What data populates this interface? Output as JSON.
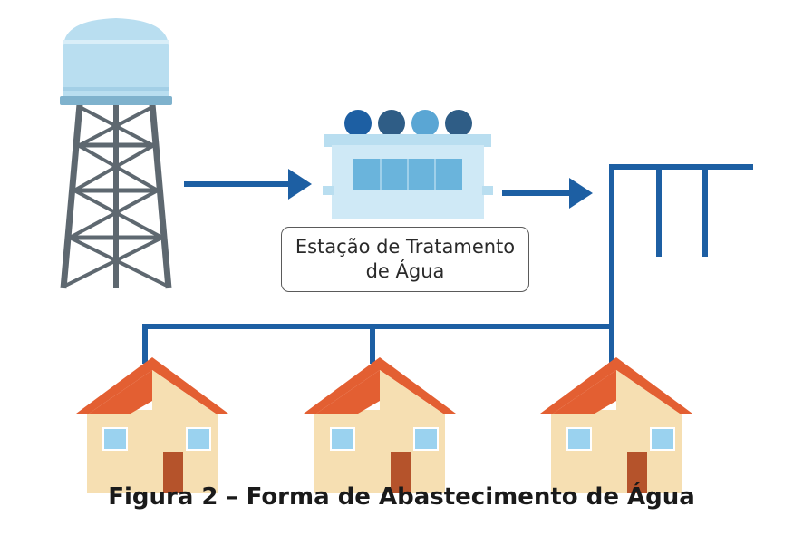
{
  "station_label": {
    "line1": "Estação de Tratamento",
    "line2": "de Água"
  },
  "caption": "Figura 2 – Forma de Abastecimento de Água",
  "colors": {
    "pipe": "#1d5fa3",
    "tower_tank": "#b9def0",
    "tower_frame": "#5e6870",
    "station_body": "#cfe9f6",
    "station_window": "#6ab4dc",
    "roof": "#e35f32",
    "wall": "#f6dfb2",
    "door": "#b5532b",
    "house_window": "#9ad2ef"
  },
  "icons": [
    "water-tower-icon",
    "treatment-station-icon",
    "house-icon"
  ]
}
